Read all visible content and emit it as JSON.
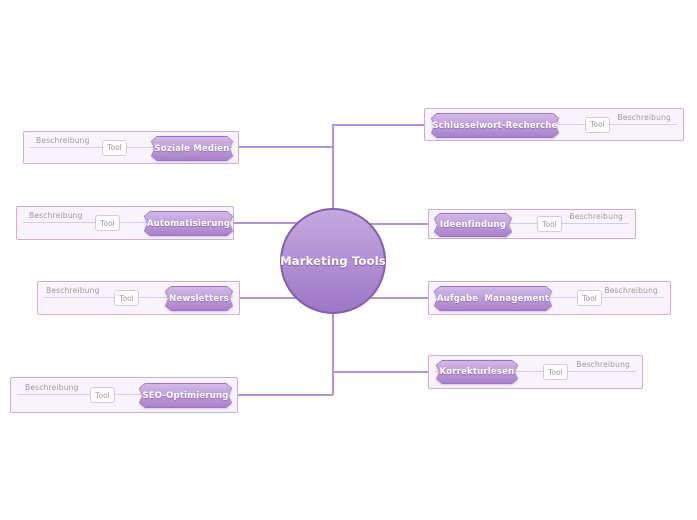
{
  "center": {
    "label": "Marketing Tools"
  },
  "branches": [
    {
      "id": "soziale-medien",
      "side": "left",
      "label": "Soziale Medien",
      "tool_label": "Tool",
      "description_label": "Beschreibung"
    },
    {
      "id": "automatisierung",
      "side": "left",
      "label": "Automatisierung",
      "tool_label": "Tool",
      "description_label": "Beschreibung"
    },
    {
      "id": "newsletters",
      "side": "left",
      "label": "Newsletters",
      "tool_label": "Tool",
      "description_label": "Beschreibung"
    },
    {
      "id": "seo-optimierung",
      "side": "left",
      "label": "SEO-Optimierung",
      "tool_label": "Tool",
      "description_label": "Beschreibung"
    },
    {
      "id": "schluesselwort-recherche",
      "side": "right",
      "label": "Schlüsselwort-Recherche",
      "tool_label": "Tool",
      "description_label": "Beschreibung"
    },
    {
      "id": "ideenfindung",
      "side": "right",
      "label": "Ideenfindung",
      "tool_label": "Tool",
      "description_label": "Beschreibung"
    },
    {
      "id": "aufgabe-management",
      "side": "right",
      "label": "Aufgabe  Management",
      "tool_label": "Tool",
      "description_label": "Beschreibung"
    },
    {
      "id": "korrekturlesen",
      "side": "right",
      "label": "Korrekturlesen",
      "tool_label": "Tool",
      "description_label": "Beschreibung"
    }
  ],
  "colors": {
    "node_fill_top": "#d1b9e6",
    "node_fill_bottom": "#a981ca",
    "node_border": "#9e74c4",
    "center_fill_top": "#c4a9df",
    "center_fill_bottom": "#9c77c5",
    "center_border": "#8360ab",
    "container_border": "#cbaede",
    "container_fill": "#f9f4fc",
    "connector_line": "#b593d6",
    "inner_line": "#d9cce8",
    "muted_text": "#9a9a9a",
    "node_text": "#ffffff",
    "background": "#ffffff"
  }
}
